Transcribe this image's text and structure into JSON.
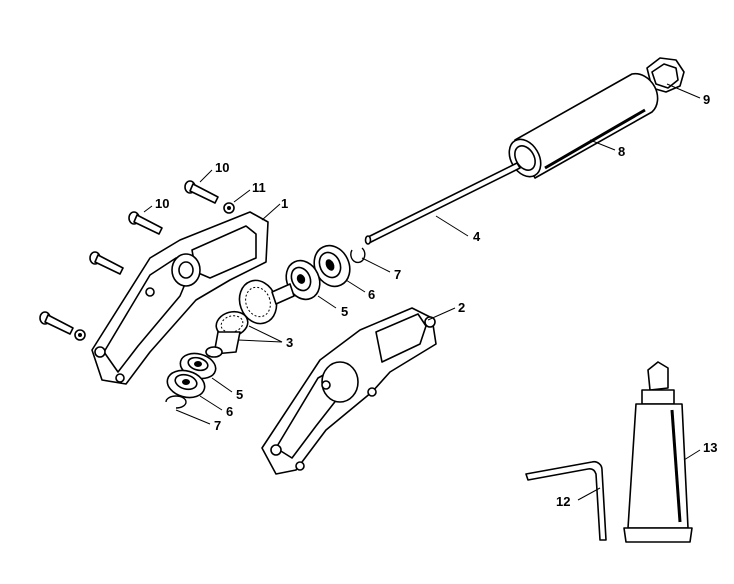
{
  "labels": {
    "l1": "1",
    "l2": "2",
    "l3": "3",
    "l4": "4",
    "l5a": "5",
    "l5b": "5",
    "l6a": "6",
    "l6b": "6",
    "l7a": "7",
    "l7b": "7",
    "l8": "8",
    "l9": "9",
    "l10a": "10",
    "l10b": "10",
    "l11": "11",
    "l12": "12",
    "l13": "13"
  }
}
